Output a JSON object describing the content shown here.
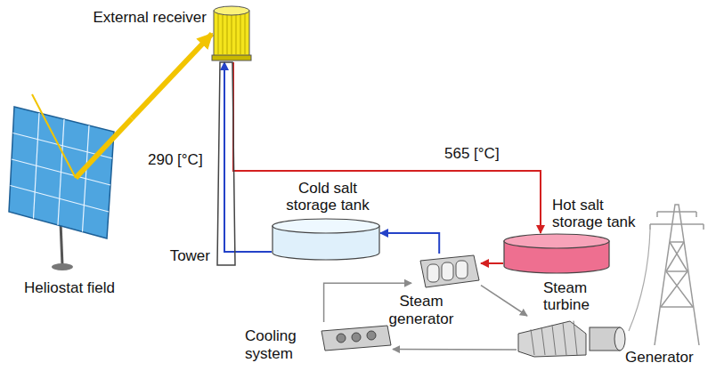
{
  "diagram": {
    "nodes": [
      {
        "text": [
          "External receiver"
        ]
      },
      {
        "text": [
          "Tower"
        ]
      },
      {
        "text": [
          "Heliostat field"
        ]
      },
      {
        "text": [
          "Cold salt storage tank"
        ]
      },
      {
        "text": [
          "Hot salt storage tank"
        ]
      },
      {
        "text": [
          "Steam generator"
        ]
      },
      {
        "text": [
          "Steam turbine"
        ]
      },
      {
        "text": [
          "Generator"
        ]
      },
      {
        "text": [
          "Cooling system"
        ]
      }
    ],
    "edges": [
      {
        "from": 2,
        "to": 0,
        "arrow": "to"
      },
      {
        "from": 0,
        "to": 4,
        "label": "565 [°C]",
        "arrow": "to"
      },
      {
        "from": 3,
        "to": 0,
        "label": "290 [°C]",
        "arrow": "to"
      },
      {
        "from": 4,
        "to": 5,
        "arrow": "to"
      },
      {
        "from": 5,
        "to": 3,
        "arrow": "to"
      },
      {
        "from": 5,
        "to": 6,
        "arrow": "to"
      },
      {
        "from": 6,
        "to": 8,
        "arrow": "to"
      },
      {
        "from": 8,
        "to": 5,
        "arrow": "to"
      }
    ]
  }
}
